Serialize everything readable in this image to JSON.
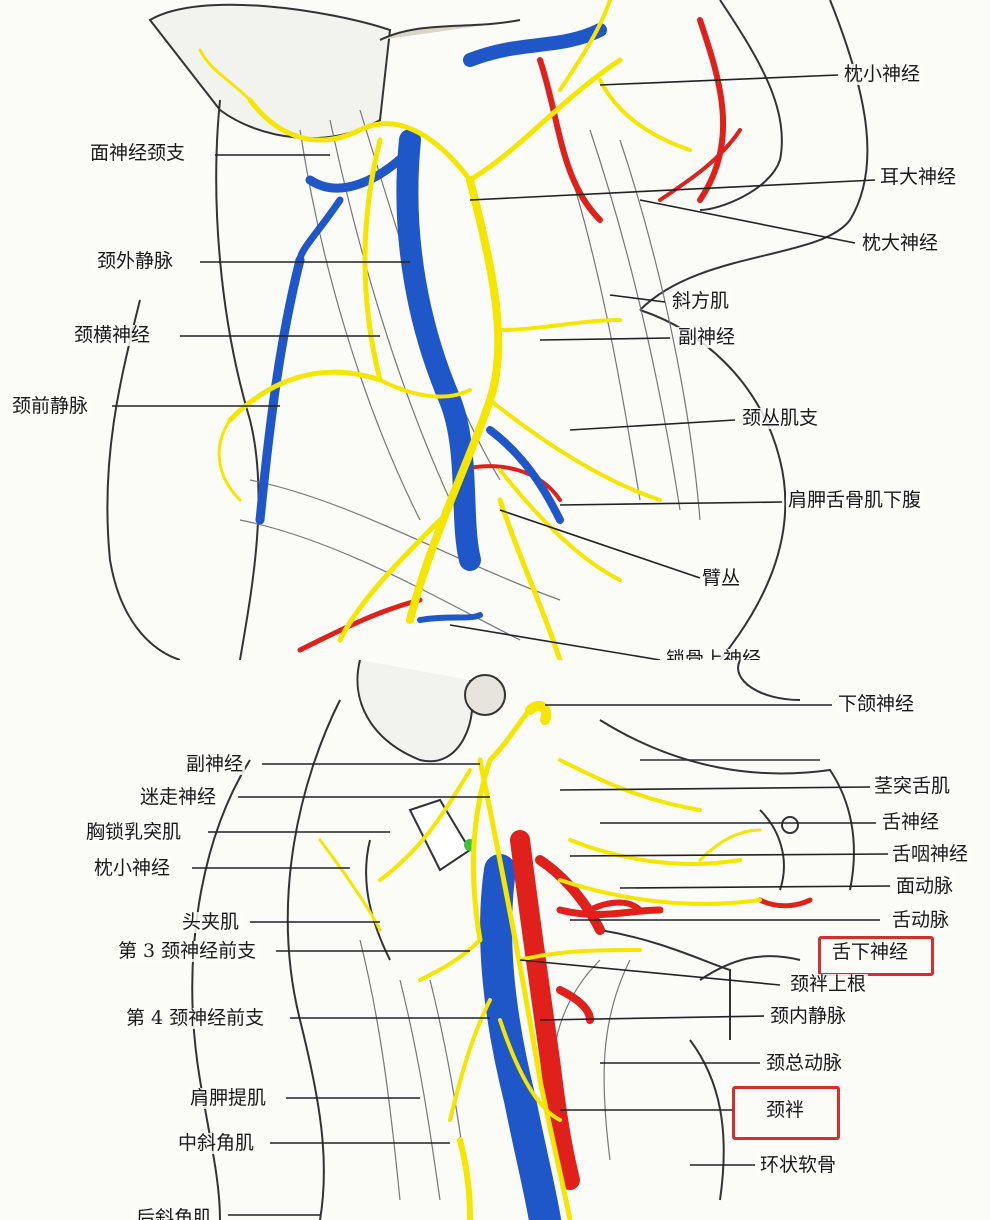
{
  "top_figure": {
    "labels": {
      "small_occipital_nerve": "枕小神经",
      "facial_nerve_cervical_branch": "面神经颈支",
      "great_auricular_nerve": "耳大神经",
      "greater_occipital_nerve": "枕大神经",
      "external_jugular_vein": "颈外静脉",
      "trapezius": "斜方肌",
      "accessory_nerve": "副神经",
      "transverse_cervical_nerve": "颈横神经",
      "anterior_jugular_vein": "颈前静脉",
      "cervical_plexus_muscular_branches": "颈丛肌支",
      "inferior_belly_omohyoid": "肩胛舌骨肌下腹",
      "brachial_plexus": "臂丛",
      "supraclavicular_nerve_cut": "锁骨上神经"
    }
  },
  "bottom_figure": {
    "labels": {
      "mandibular_nerve": "下颌神经",
      "accessory_nerve": "副神经",
      "styloglossus": "茎突舌肌",
      "vagus_nerve": "迷走神经",
      "lingual_nerve": "舌神经",
      "sternocleidomastoid": "胸锁乳突肌",
      "glossopharyngeal_nerve": "舌咽神经",
      "lesser_occipital_nerve": "枕小神经",
      "facial_artery": "面动脉",
      "splenius_capitis": "头夹肌",
      "lingual_artery": "舌动脉",
      "c3_anterior_branch": "第 3 颈神经前支",
      "hypoglossal_nerve": "舌下神经",
      "ansa_superior_root": "颈袢上根",
      "c4_anterior_branch": "第 4 颈神经前支",
      "internal_jugular_vein": "颈内静脉",
      "common_carotid_artery": "颈总动脉",
      "levator_scapulae": "肩胛提肌",
      "ansa_cervicalis": "颈袢",
      "middle_scalene": "中斜角肌",
      "cricoid_cartilage": "环状软骨",
      "posterior_scalene_cut": "后斜角肌"
    }
  },
  "colors": {
    "nerve": "#f5e600",
    "vein": "#1f56c8",
    "artery": "#e0201b",
    "highlight_box": "#d32f2f",
    "outline": "#333333"
  }
}
